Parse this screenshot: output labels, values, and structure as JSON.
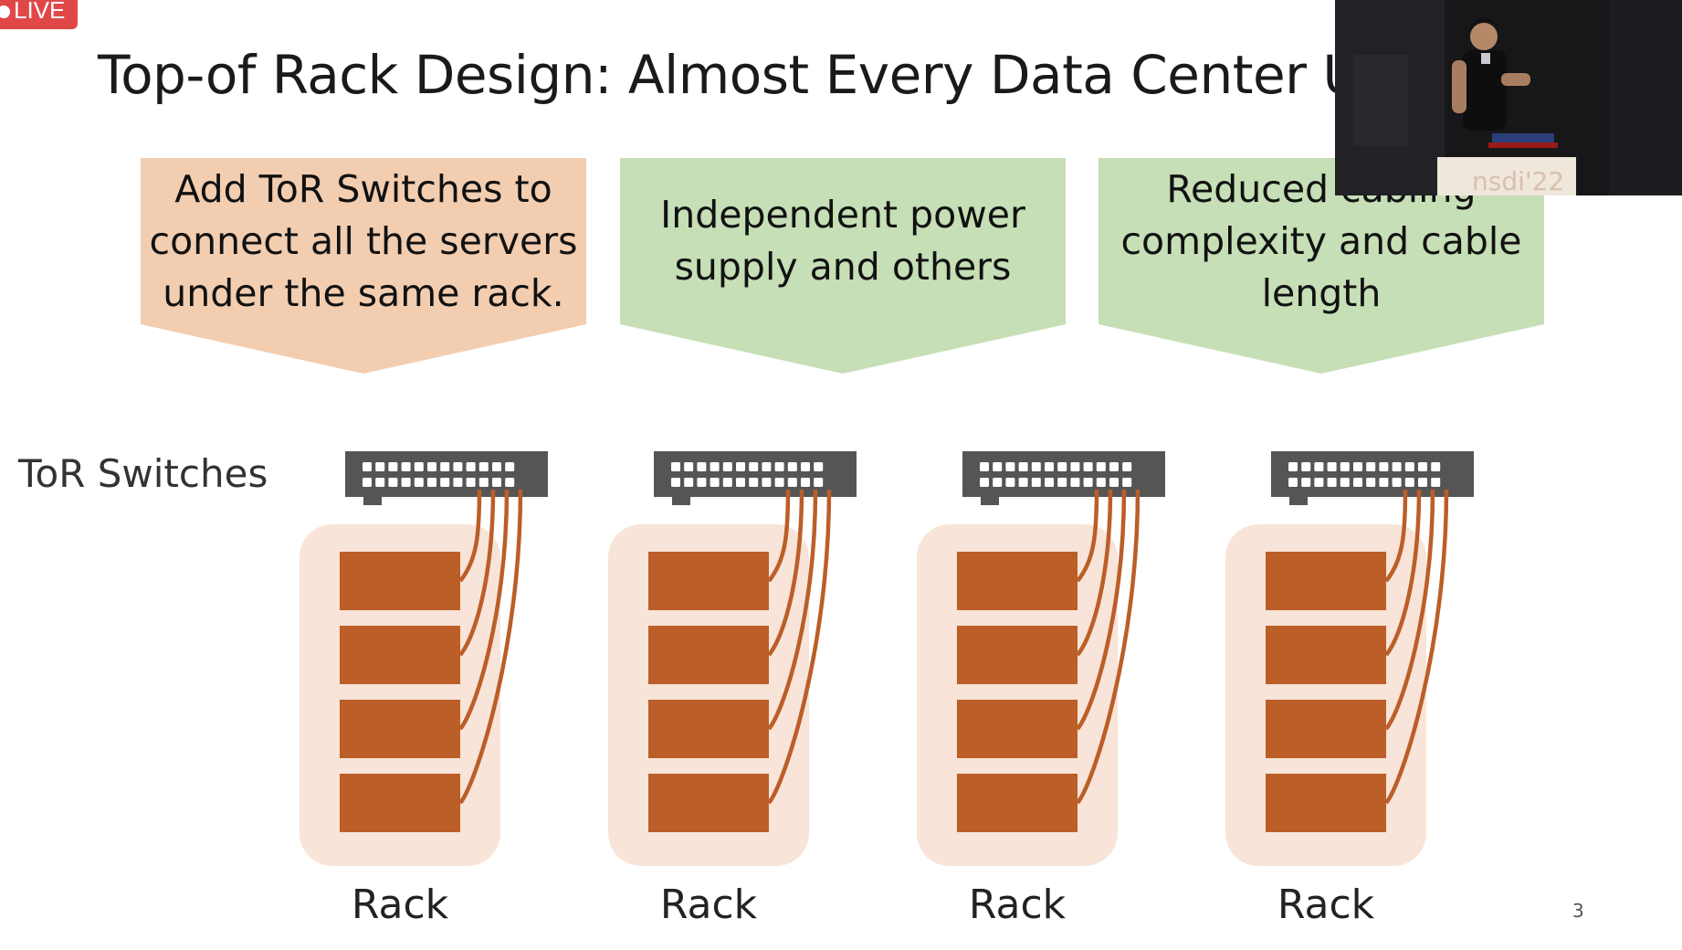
{
  "live_badge": {
    "label": "LIVE",
    "color": "#e04848"
  },
  "slide": {
    "title": "Top-of Rack Design: Almost Every Data Center Uses",
    "banners": [
      {
        "text": "Add ToR Switches to\nconnect all the servers\nunder the same rack.",
        "color": "#f2cdb0"
      },
      {
        "text": "Independent power\nsupply and others",
        "color": "#c6dfb6"
      },
      {
        "text": "Reduced cabling\ncomplexity and cable\nlength",
        "color": "#c6dfb6"
      }
    ],
    "tor_label": "ToR Switches",
    "racks": [
      {
        "label": "Rack"
      },
      {
        "label": "Rack"
      },
      {
        "label": "Rack"
      },
      {
        "label": "Rack"
      }
    ],
    "page_number": "3",
    "colors": {
      "switch": "#555555",
      "server": "#bb5e28",
      "rack_bg": "#f8e4d8",
      "cable": "#bb5e28"
    }
  },
  "speaker_video": {
    "icon": "speaker-video-feed",
    "podium_text": "nsdi'22"
  }
}
